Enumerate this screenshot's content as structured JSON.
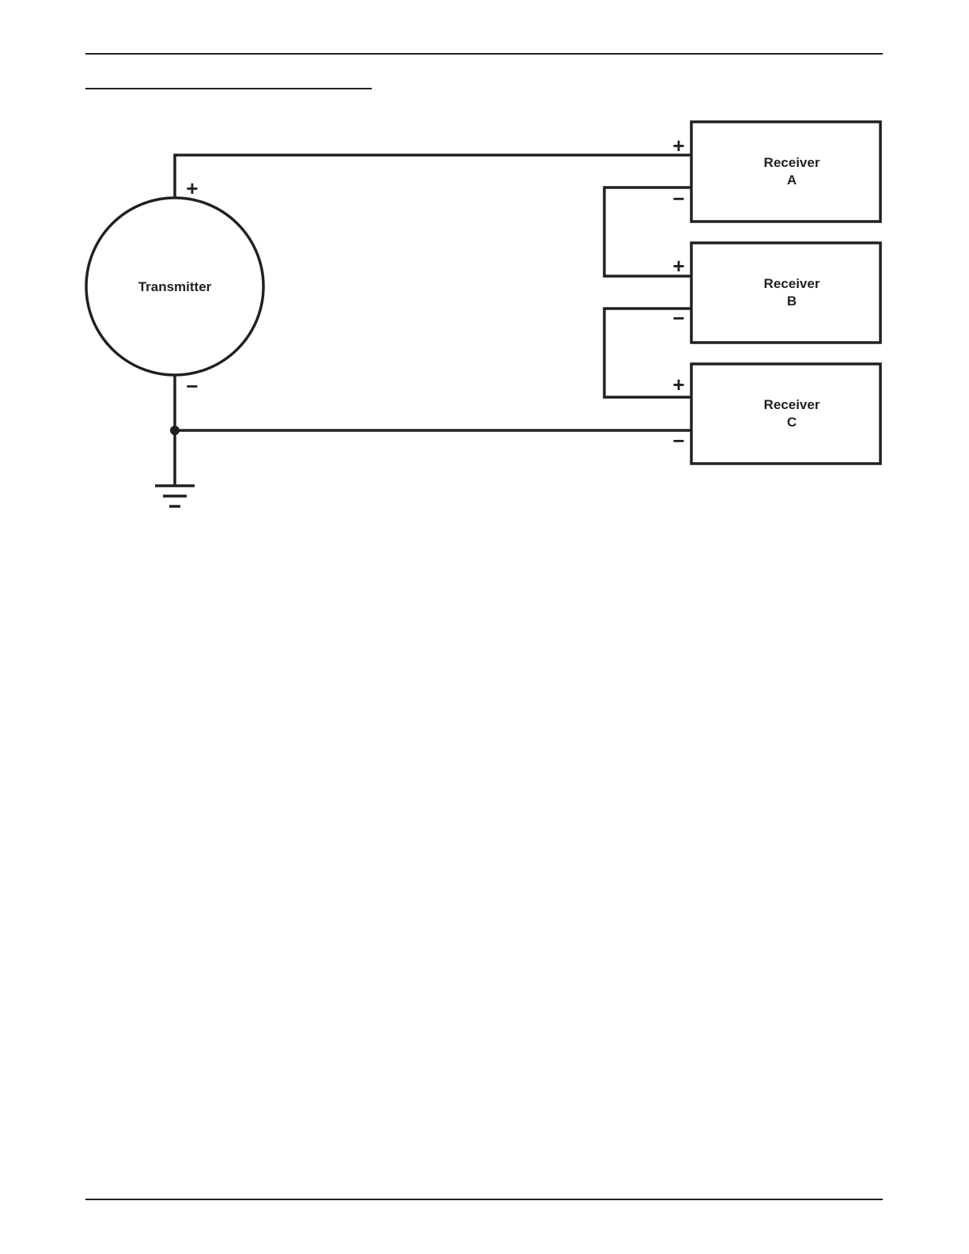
{
  "transmitter": {
    "label": "Transmitter",
    "positive_terminal": "+",
    "negative_terminal": "−"
  },
  "receivers": [
    {
      "line1": "Receiver",
      "line2": "A",
      "positive_terminal": "+",
      "negative_terminal": "−"
    },
    {
      "line1": "Receiver",
      "line2": "B",
      "positive_terminal": "+",
      "negative_terminal": "−"
    },
    {
      "line1": "Receiver",
      "line2": "C",
      "positive_terminal": "+",
      "negative_terminal": "−"
    }
  ],
  "ground": {
    "icon": "ground-icon"
  },
  "colors": {
    "ink": "#231f20",
    "background": "#ffffff"
  }
}
